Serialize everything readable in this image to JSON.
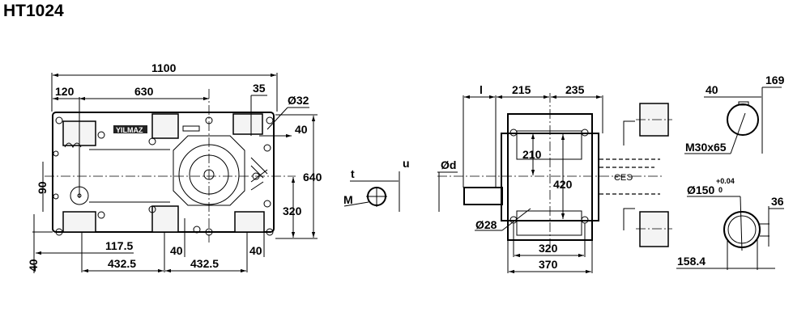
{
  "title": "HT1024",
  "front_view": {
    "brand": "YILMAZ",
    "dims": {
      "overall_length": "1100",
      "offset_left": "120",
      "shaft_spacing": "630",
      "hole_offset": "35",
      "hole_diameter": "Ø32",
      "hole_edge": "40",
      "height": "640",
      "center_height": "320",
      "input_offset": "90",
      "foot_thickness": "40",
      "foot_offset": "117.5",
      "foot_spacing_left": "432.5",
      "foot_spacing_right": "432.5",
      "foot_height_mid": "40",
      "foot_height_right": "40"
    }
  },
  "key_detail": {
    "t": "t",
    "u": "u",
    "m": "M"
  },
  "side_view": {
    "dims": {
      "shaft_length": "l",
      "left_depth": "215",
      "right_depth": "235",
      "shaft_diameter": "Ød",
      "half_height": "210",
      "hole_spacing": "420",
      "hole_diameter": "Ø28",
      "foot_hole_spacing": "320",
      "foot_width": "370"
    }
  },
  "output_shaft": {
    "solid": {
      "key_width": "40",
      "key_height": "169",
      "thread": "M30x65"
    },
    "hollow": {
      "bore": "Ø150",
      "tol_upper": "+0.04",
      "tol_lower": "0",
      "key_width": "36",
      "key_height": "158.4"
    }
  }
}
